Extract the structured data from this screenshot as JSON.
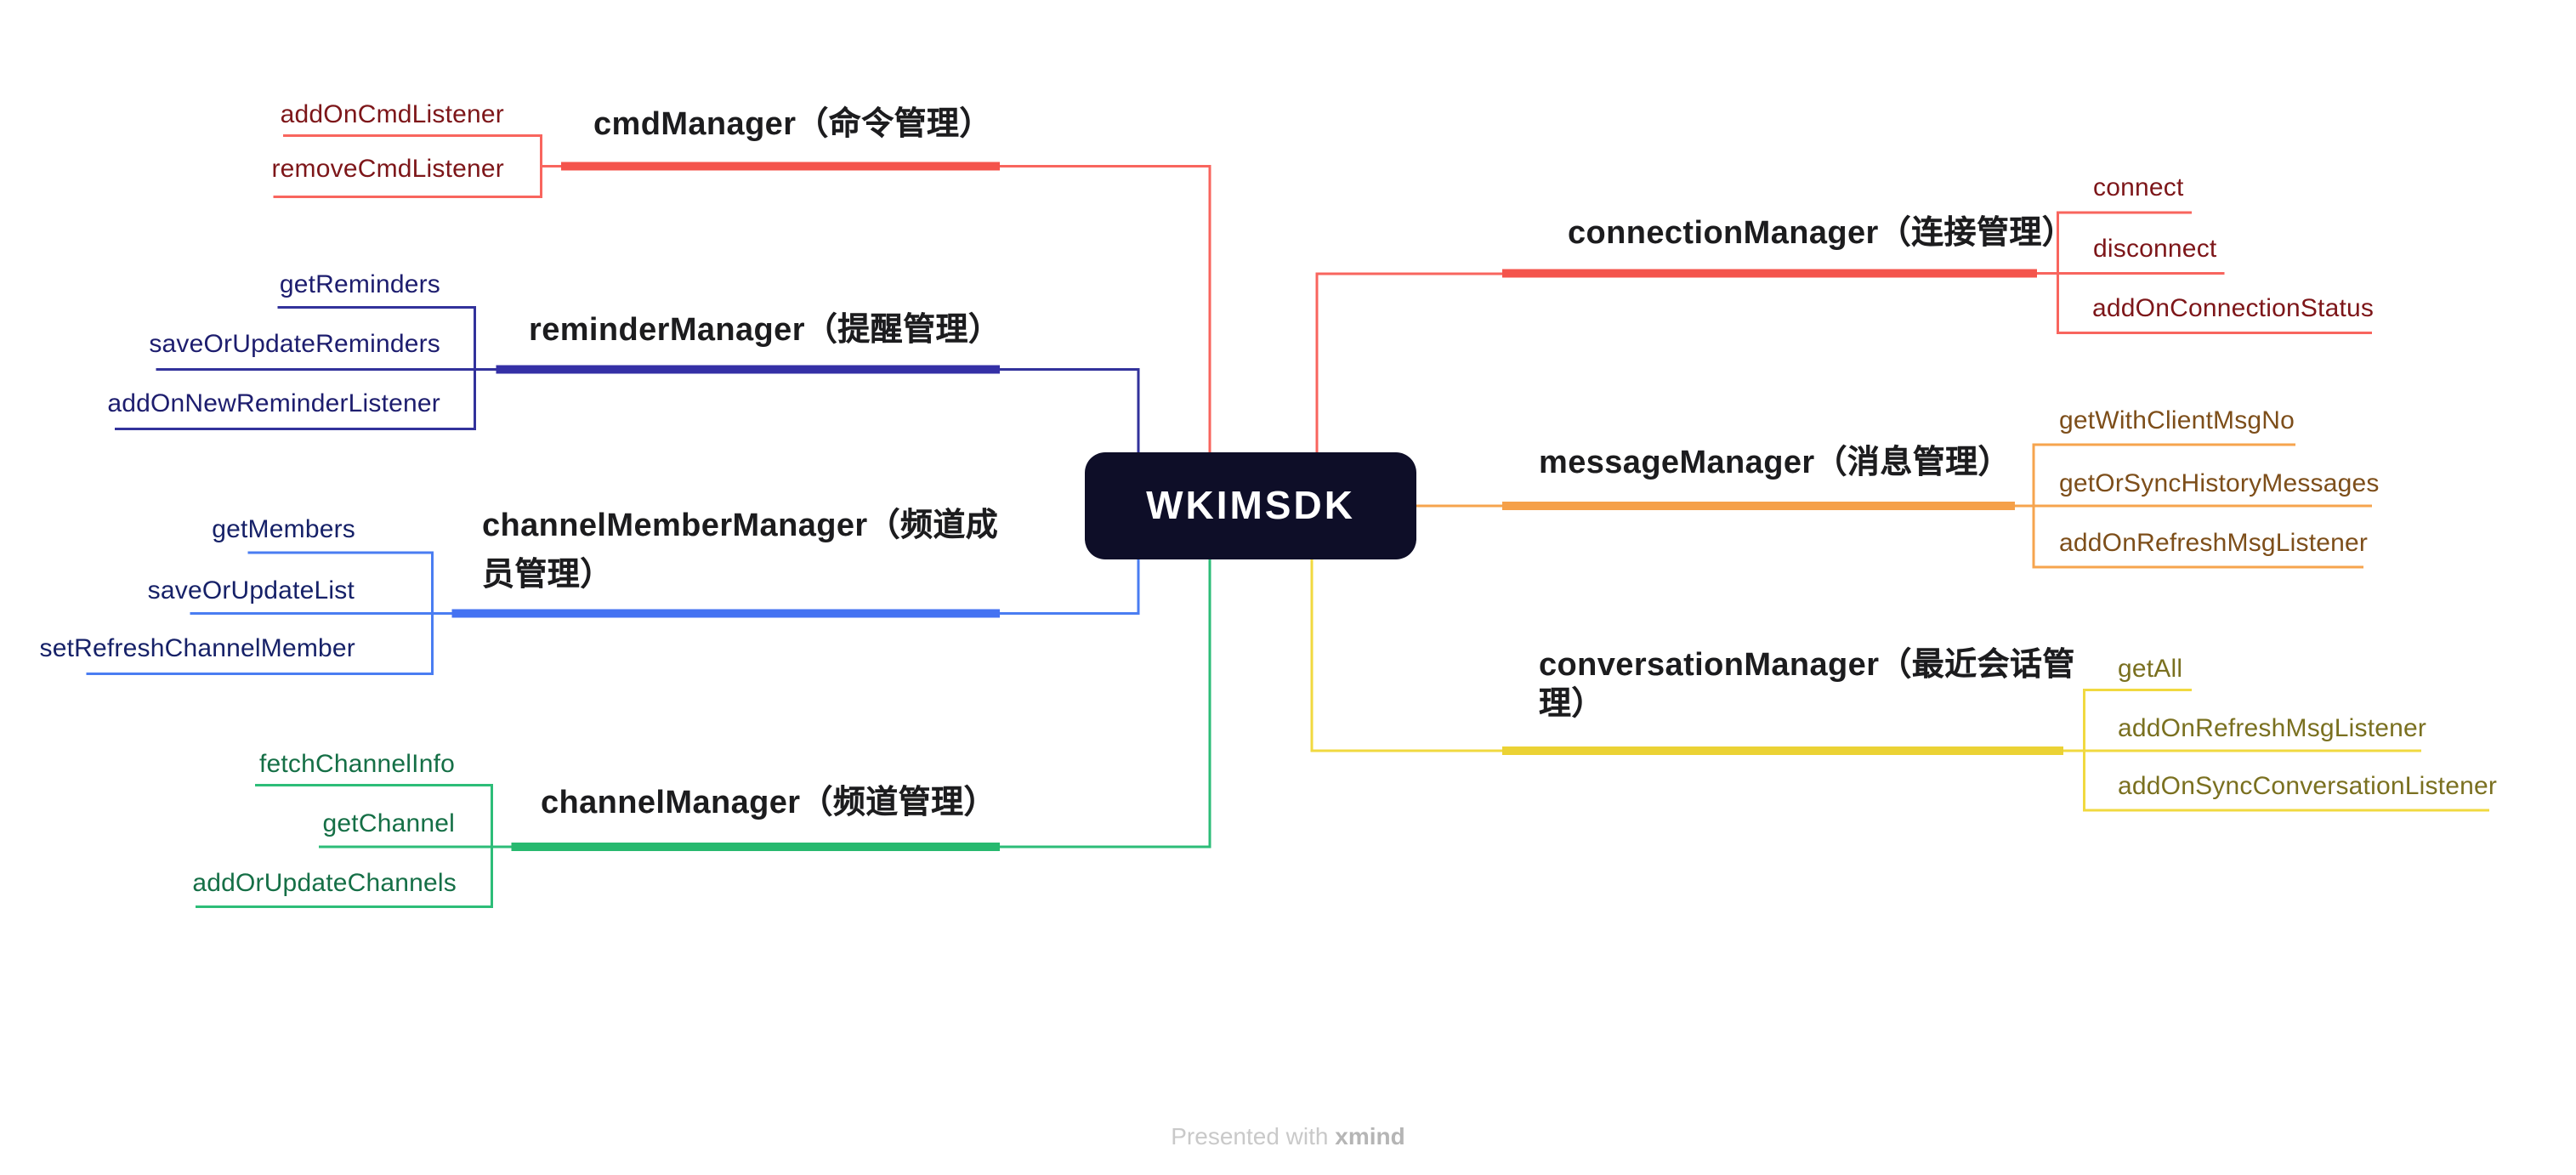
{
  "central_topic": {
    "label": "WKIMSDK",
    "bg_color": "#0e0e28",
    "text_color": "#ffffff"
  },
  "watermark": {
    "prefix": "Presented with ",
    "brand": "xmind"
  },
  "branches": [
    {
      "id": "cmdManager",
      "side": "left",
      "title": "cmdManager（命令管理）",
      "bar_color": "#f4544c",
      "line_color": "#f8655e",
      "leaf_text_color": "#7d1619",
      "children": [
        "addOnCmdListener",
        "removeCmdListener"
      ]
    },
    {
      "id": "reminderManager",
      "side": "left",
      "title": "reminderManager（提醒管理）",
      "bar_color": "#3430a6",
      "line_color": "#32329b",
      "leaf_text_color": "#1d1d6e",
      "children": [
        "getReminders",
        "saveOrUpdateReminders",
        "addOnNewReminderListener"
      ]
    },
    {
      "id": "channelMemberManager",
      "side": "left",
      "title_lines": [
        "channelMemberManager（频道成",
        "员管理）"
      ],
      "bar_color": "#4472f2",
      "line_color": "#4a7df2",
      "leaf_text_color": "#162168",
      "children": [
        "getMembers",
        "saveOrUpdateList",
        "setRefreshChannelMember"
      ]
    },
    {
      "id": "channelManager",
      "side": "left",
      "title": "channelManager（频道管理）",
      "bar_color": "#27b96f",
      "line_color": "#2dbd78",
      "leaf_text_color": "#156f46",
      "children": [
        "fetchChannelInfo",
        "getChannel",
        "addOrUpdateChannels"
      ]
    },
    {
      "id": "connectionManager",
      "side": "right",
      "title": "connectionManager（连接管理）",
      "bar_color": "#f4544c",
      "line_color": "#f8655e",
      "leaf_text_color": "#7d1619",
      "children": [
        "connect",
        "disconnect",
        "addOnConnectionStatus"
      ]
    },
    {
      "id": "messageManager",
      "side": "right",
      "title": "messageManager（消息管理）",
      "bar_color": "#f5a049",
      "line_color": "#f6a44e",
      "leaf_text_color": "#7d4e1a",
      "children": [
        "getWithClientMsgNo",
        "getOrSyncHistoryMessages",
        "addOnRefreshMsgListener"
      ]
    },
    {
      "id": "conversationManager",
      "side": "right",
      "title_lines": [
        "conversationManager（最近会话管",
        "理）"
      ],
      "bar_color": "#ebd234",
      "line_color": "#f1d940",
      "leaf_text_color": "#7a7020",
      "children": [
        "getAll",
        "addOnRefreshMsgListener",
        "addOnSyncConversationListener"
      ]
    }
  ]
}
